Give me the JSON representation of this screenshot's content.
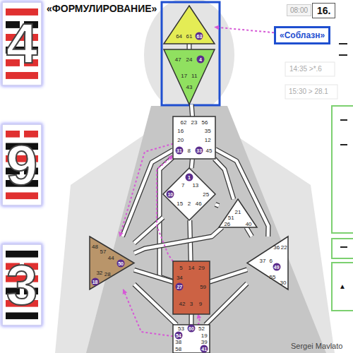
{
  "diagram": {
    "title": "«ФОРМУЛИРОВАНИЕ»",
    "nodes": [
      {
        "text": [
          "4"
        ]
      },
      {
        "text": [
          "64",
          "61",
          "63"
        ]
      },
      {
        "text": [
          "08:00"
        ]
      },
      {
        "text": [
          "16."
        ]
      },
      {
        "text": [
          "«Соблазн»"
        ]
      },
      {
        "text": [
          "47",
          "24",
          "4",
          "17",
          "11",
          "43"
        ]
      },
      {
        "text": [
          "9"
        ]
      },
      {
        "text": [
          "62",
          "23",
          "56",
          "16",
          "35",
          "20",
          "12",
          "31",
          "8",
          "33",
          "45"
        ]
      },
      {
        "text": [
          "1",
          "7",
          "13",
          "25",
          "10",
          "15",
          "2",
          "46"
        ]
      },
      {
        "text": [
          "21",
          "51",
          "26",
          "40"
        ]
      },
      {
        "text": [
          "3"
        ]
      },
      {
        "text": [
          "48",
          "57",
          "44",
          "50",
          "32",
          "28",
          "18"
        ]
      },
      {
        "text": [
          "36",
          "22",
          "37",
          "6",
          "49",
          "55",
          "30"
        ]
      },
      {
        "text": [
          "5",
          "14",
          "29",
          "34",
          "27",
          "59",
          "42",
          "3",
          "9"
        ]
      },
      {
        "text": [
          "53",
          "60",
          "52",
          "54",
          "19",
          "38",
          "39",
          "58",
          "41"
        ]
      }
    ],
    "edges": [
      {
        "from": 1,
        "to": 5,
        "arrow": "none"
      },
      {
        "from": 5,
        "to": 7,
        "arrow": "none"
      },
      {
        "from": 7,
        "to": 8,
        "arrow": "none"
      },
      {
        "from": 7,
        "to": 9,
        "arrow": "none"
      },
      {
        "from": 7,
        "to": 11,
        "arrow": "none"
      },
      {
        "from": 7,
        "to": 13,
        "arrow": "none"
      },
      {
        "from": 7,
        "to": 12,
        "arrow": "none"
      },
      {
        "from": 8,
        "to": 9,
        "arrow": "none"
      },
      {
        "from": 8,
        "to": 13,
        "arrow": "none"
      },
      {
        "from": 8,
        "to": 11,
        "arrow": "none"
      },
      {
        "from": 9,
        "to": 11,
        "arrow": "none"
      },
      {
        "from": 9,
        "to": 12,
        "arrow": "none"
      },
      {
        "from": 11,
        "to": 13,
        "arrow": "none"
      },
      {
        "from": 11,
        "to": 14,
        "arrow": "none"
      },
      {
        "from": 13,
        "to": 14,
        "arrow": "none"
      },
      {
        "from": 13,
        "to": 12,
        "arrow": "none"
      },
      {
        "from": 12,
        "to": 14,
        "arrow": "none"
      },
      {
        "from": 4,
        "to": 1,
        "arrow": "to"
      },
      {
        "from": 14,
        "to": 11,
        "arrow": "to"
      },
      {
        "from": 14,
        "to": 13,
        "arrow": "to"
      },
      {
        "from": 13,
        "to": 7,
        "arrow": "to"
      },
      {
        "from": 7,
        "to": 11,
        "arrow": "to"
      }
    ],
    "labels": [
      "14:35 >*.6",
      "15:30 > 28.1",
      "▲",
      "Sergei Mavlato"
    ]
  }
}
